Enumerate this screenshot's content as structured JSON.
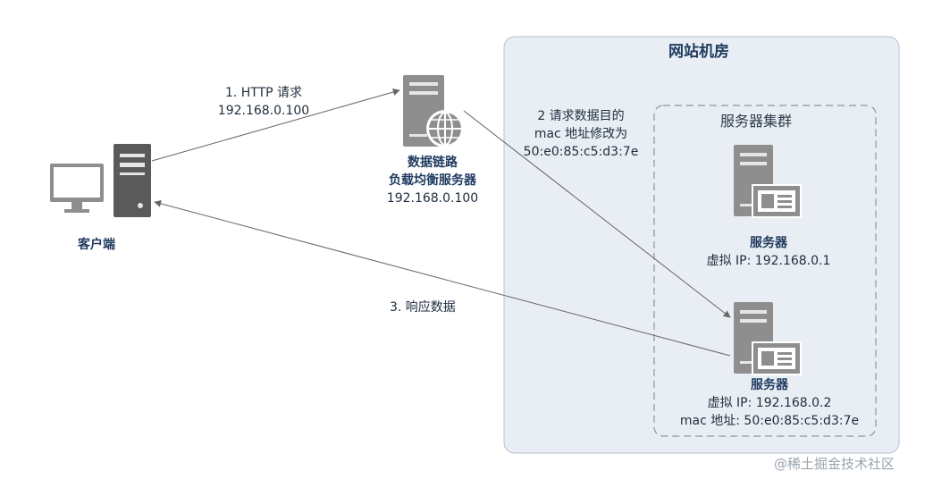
{
  "datacenter": {
    "title": "网站机房"
  },
  "cluster": {
    "title": "服务器集群"
  },
  "client": {
    "label": "客户端"
  },
  "load_balancer": {
    "line1": "数据链路",
    "line2": "负载均衡服务器",
    "ip": "192.168.0.100"
  },
  "server1": {
    "name": "服务器",
    "vip": "虚拟 IP:  192.168.0.1"
  },
  "server2": {
    "name": "服务器",
    "vip": "虚拟 IP:  192.168.0.2",
    "mac": "mac 地址:  50:e0:85:c5:d3:7e"
  },
  "steps": {
    "step1_line1": "1. HTTP 请求",
    "step1_line2": "192.168.0.100",
    "step2_line1": "2 请求数据目的",
    "step2_line2": "mac 地址修改为",
    "step2_line3": "50:e0:85:c5:d3:7e",
    "step3": "3. 响应数据"
  },
  "watermark": "@稀土掘金技术社区",
  "colors": {
    "datacenter_bg": "#e8eef3",
    "datacenter_border": "#b6c3cf",
    "icon_gray": "#8e8e8e",
    "icon_dark": "#5a5a5a",
    "text_dark_blue": "#1e3a5f",
    "arrow": "#666666"
  }
}
